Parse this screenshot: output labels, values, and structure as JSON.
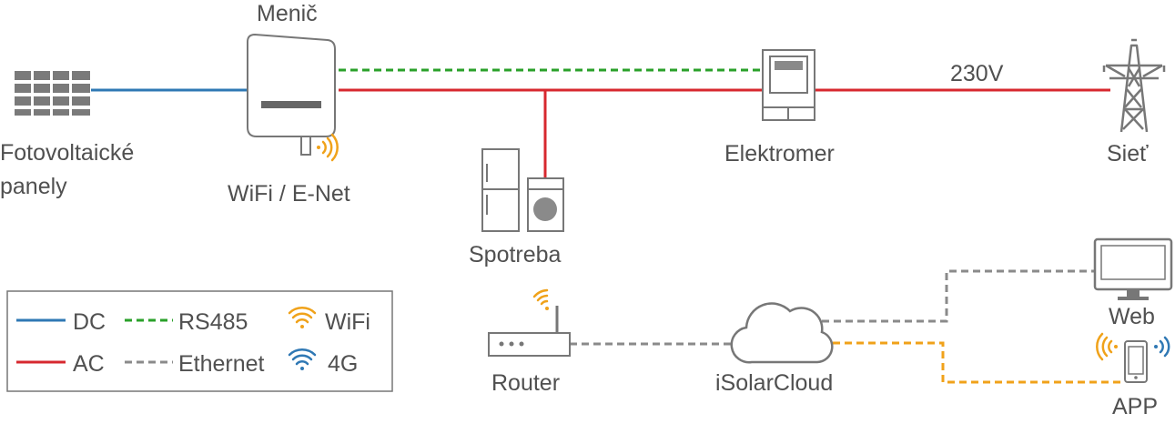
{
  "labels": {
    "inverter": "Menič",
    "panels_line1": "Fotovoltaické",
    "panels_line2": "panely",
    "inverter_comm": "WiFi / E-Net",
    "consumption": "Spotreba",
    "meter": "Elektromer",
    "voltage": "230V",
    "grid": "Sieť",
    "router": "Router",
    "cloud": "iSolarCloud",
    "web": "Web",
    "app": "APP"
  },
  "legend": {
    "dc": "DC",
    "rs485": "RS485",
    "wifi": "WiFi",
    "ac": "AC",
    "ethernet": "Ethernet",
    "g4": "4G"
  },
  "colors": {
    "dc": "#2f78b4",
    "ac": "#d7282f",
    "rs485": "#2aa02a",
    "ethernet": "#8a8a8a",
    "wifi": "#f0a21a",
    "g4": "#2f78b4",
    "device_outline": "#777777",
    "text": "#505050"
  },
  "icons": [
    "solar-panel-icon",
    "inverter-icon",
    "refrigerator-icon",
    "washing-machine-icon",
    "meter-icon",
    "pylon-icon",
    "router-icon",
    "cloud-icon",
    "monitor-icon",
    "smartphone-icon",
    "wifi-icon",
    "4g-icon"
  ]
}
